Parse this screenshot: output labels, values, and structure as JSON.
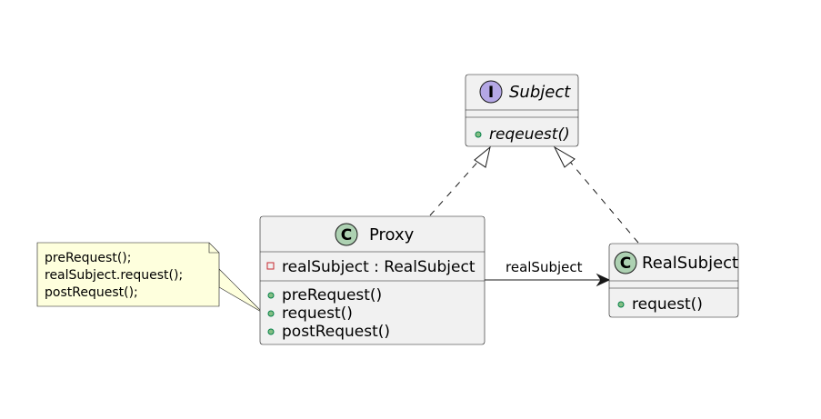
{
  "colors": {
    "class_fill": "#F1F1F1",
    "class_border": "#181818",
    "interface_icon": "#B4A7E5",
    "class_icon": "#ADD1B2",
    "note_fill": "#FEFFDD",
    "public_marker": "#84BE84",
    "private_marker": "#C82930",
    "line": "#181818"
  },
  "classes": {
    "subject": {
      "icon_letter": "I",
      "icon_name": "interface-icon",
      "name": "Subject",
      "methods": [
        {
          "marker": "public",
          "text": "reqeuest()"
        }
      ]
    },
    "proxy": {
      "icon_letter": "C",
      "icon_name": "class-icon",
      "name": "Proxy",
      "fields": [
        {
          "marker": "private",
          "text": "realSubject : RealSubject"
        }
      ],
      "methods": [
        {
          "marker": "public",
          "text": "preRequest()"
        },
        {
          "marker": "public",
          "text": "request()"
        },
        {
          "marker": "public",
          "text": "postRequest()"
        }
      ]
    },
    "realsubject": {
      "icon_letter": "C",
      "icon_name": "class-icon",
      "name": "RealSubject",
      "methods": [
        {
          "marker": "public",
          "text": "request()"
        }
      ]
    }
  },
  "note": {
    "lines": [
      "preRequest();",
      "realSubject.request();",
      "postRequest();"
    ]
  },
  "relations": {
    "association_label": "realSubject"
  }
}
